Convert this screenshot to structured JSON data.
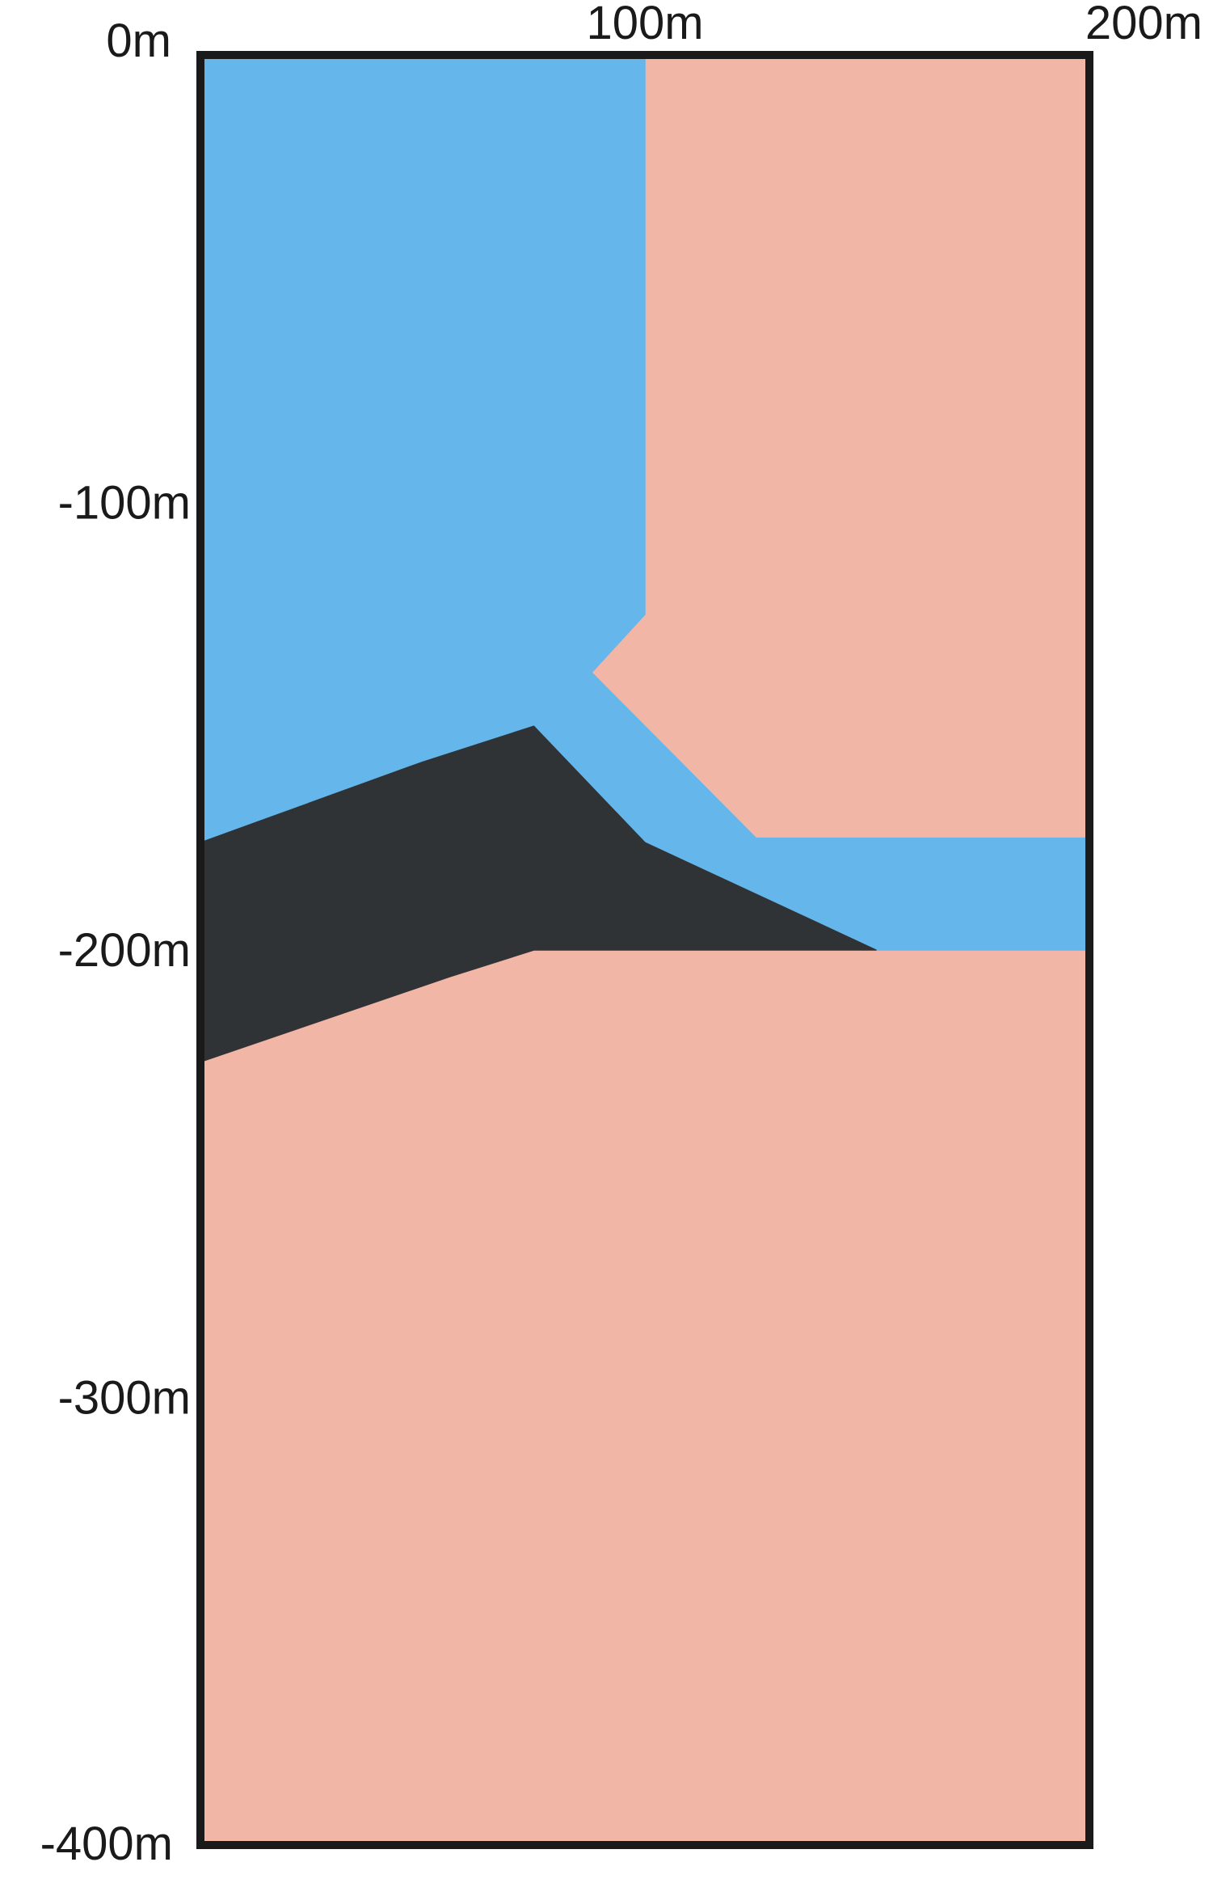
{
  "figure": {
    "colors": {
      "background": "#ffffff",
      "frame": "#1a1a1a",
      "blue_unit": "#65b6eb",
      "pink_unit": "#f2b6a6",
      "dark_unit": "#303336"
    },
    "x_axis": {
      "ticks": [
        {
          "value": 0,
          "label": "0m"
        },
        {
          "value": 100,
          "label": "100m"
        },
        {
          "value": 200,
          "label": "200m"
        }
      ]
    },
    "y_axis": {
      "ticks": [
        {
          "value": -100,
          "label": "-100m"
        },
        {
          "value": -200,
          "label": "-200m"
        },
        {
          "value": -300,
          "label": "-300m"
        },
        {
          "value": -400,
          "label": "-400m"
        }
      ]
    },
    "units": [
      {
        "name": "pink-unit-upper",
        "color": "#f2b6a6",
        "points": [
          [
            100,
            0
          ],
          [
            200,
            0
          ],
          [
            200,
            -175
          ],
          [
            125,
            -175
          ],
          [
            88,
            -138
          ],
          [
            100,
            -125
          ]
        ]
      },
      {
        "name": "pink-unit-lower",
        "color": "#f2b6a6",
        "points": [
          [
            0,
            -225
          ],
          [
            56,
            -206
          ],
          [
            75,
            -200
          ],
          [
            200,
            -200
          ],
          [
            200,
            -400
          ],
          [
            0,
            -400
          ]
        ]
      },
      {
        "name": "blue-unit-upper",
        "color": "#65b6eb",
        "points": [
          [
            0,
            0
          ],
          [
            100,
            0
          ],
          [
            100,
            -125
          ],
          [
            88,
            -138
          ],
          [
            75,
            -150
          ],
          [
            50,
            -158
          ],
          [
            0,
            -176
          ]
        ]
      },
      {
        "name": "blue-unit-band",
        "color": "#65b6eb",
        "points": [
          [
            88,
            -138
          ],
          [
            125,
            -175
          ],
          [
            200,
            -175
          ],
          [
            200,
            -200
          ],
          [
            152,
            -200
          ],
          [
            100,
            -176
          ],
          [
            75,
            -150
          ]
        ]
      },
      {
        "name": "dark-unit",
        "color": "#303336",
        "points": [
          [
            0,
            -176
          ],
          [
            50,
            -158
          ],
          [
            75,
            -150
          ],
          [
            100,
            -176
          ],
          [
            152,
            -200
          ],
          [
            75,
            -200
          ],
          [
            56,
            -206
          ],
          [
            0,
            -225
          ]
        ]
      }
    ]
  }
}
